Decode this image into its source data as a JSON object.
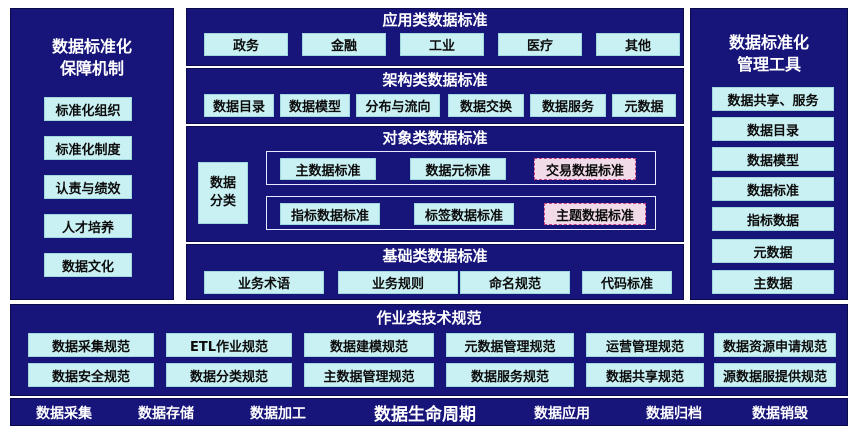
{
  "left_panel": {
    "title_line1": "数据标准化",
    "title_line2": "保障机制",
    "items": [
      "标准化组织",
      "标准化制度",
      "认责与绩效",
      "人才培养",
      "数据文化"
    ]
  },
  "right_panel": {
    "title_line1": "数据标准化",
    "title_line2": "管理工具",
    "items": [
      "数据共享、服务",
      "数据目录",
      "数据模型",
      "数据标准",
      "指标数据",
      "元数据",
      "主数据"
    ]
  },
  "application": {
    "title": "应用类数据标准",
    "items": [
      "政务",
      "金融",
      "工业",
      "医疗",
      "其他"
    ]
  },
  "architecture": {
    "title": "架构类数据标准",
    "items": [
      "数据目录",
      "数据模型",
      "分布与流向",
      "数据交换",
      "数据服务",
      "元数据"
    ]
  },
  "object": {
    "title": "对象类数据标准",
    "side_label_line1": "数据",
    "side_label_line2": "分类",
    "row1": [
      "主数据标准",
      "数据元标准",
      "交易数据标准"
    ],
    "row2": [
      "指标数据标准",
      "标签数据标准",
      "主题数据标准"
    ]
  },
  "base": {
    "title": "基础类数据标准",
    "items": [
      "业务术语",
      "业务规则",
      "命名规范",
      "代码标准"
    ]
  },
  "operation": {
    "title": "作业类技术规范",
    "row1": [
      "数据采集规范",
      "ETL作业规范",
      "数据建模规范",
      "元数据管理规范",
      "运营管理规范",
      "数据资源申请规范"
    ],
    "row2": [
      "数据安全规范",
      "数据分类规范",
      "主数据管理规范",
      "数据服务规范",
      "数据共享规范",
      "源数据服提供规范"
    ]
  },
  "lifecycle": {
    "items": [
      "数据采集",
      "数据存储",
      "数据加工",
      "数据生命周期",
      "数据应用",
      "数据归档",
      "数据销毁"
    ]
  },
  "colors": {
    "panel": "#17147a",
    "chip": "#c9f0f3",
    "highlight": "#f1dbe8",
    "highlight_border": "#c7407f"
  }
}
